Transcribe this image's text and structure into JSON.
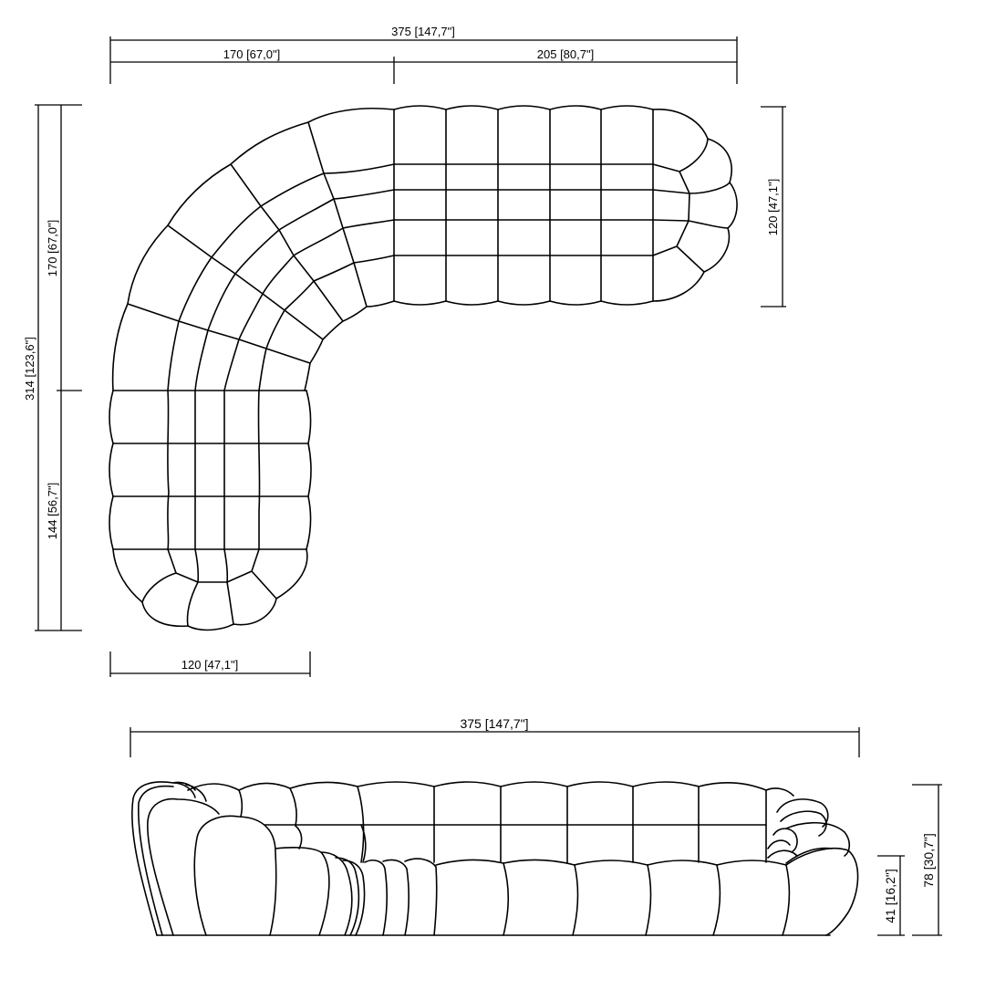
{
  "drawing": {
    "plan_view": {
      "overall_width": "375 [147,7\"]",
      "corner_width": "170 [67,0\"]",
      "straight_width": "205 [80,7\"]",
      "right_depth": "120 [47,1\"]",
      "overall_depth": "314 [123,6\"]",
      "upper_depth": "170 [67,0\"]",
      "lower_depth": "144 [56,7\"]",
      "bottom_width": "120 [47,1\"]"
    },
    "front_view": {
      "overall_width": "375 [147,7\"]",
      "seat_height": "41 [16,2\"]",
      "total_height": "78 [30,7\"]"
    }
  }
}
